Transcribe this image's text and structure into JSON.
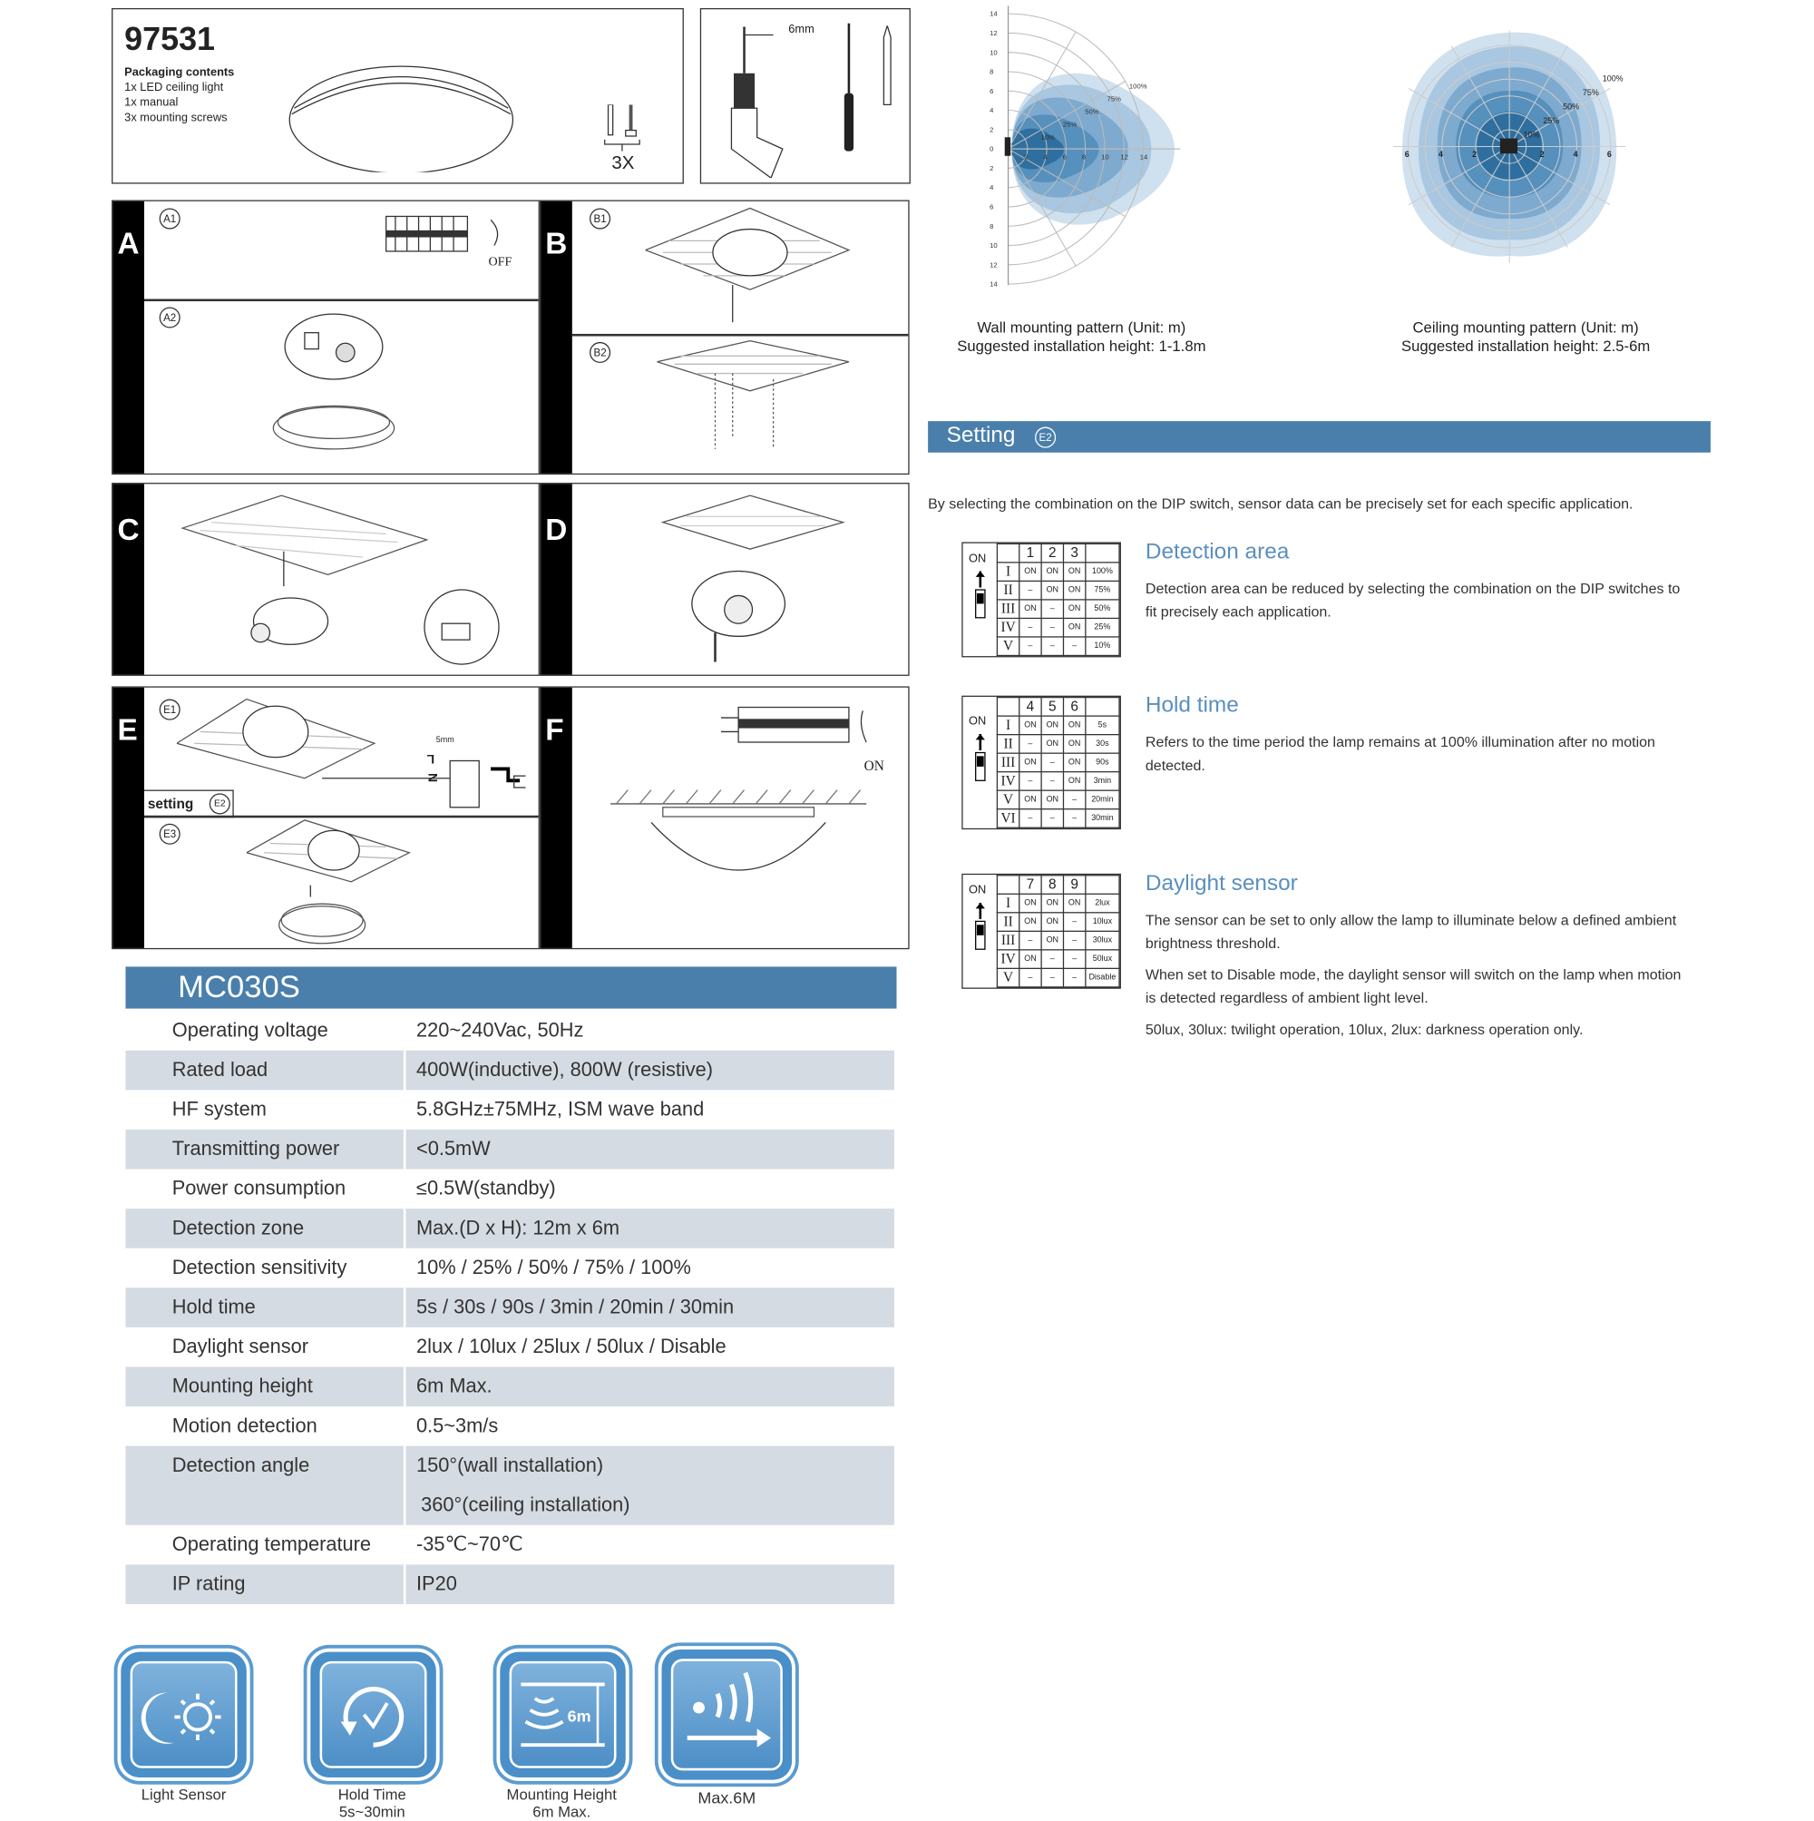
{
  "header": {
    "product_number": "97531",
    "packaging_title": "Packaging contents",
    "packaging_items": [
      "1x LED ceiling light",
      "1x manual",
      "3x mounting screws"
    ],
    "screw_qty": "3X",
    "drill_size": "6mm"
  },
  "steps": {
    "A": {
      "letter": "A",
      "sub1": "A1",
      "sub2": "A2",
      "switch_label": "OFF"
    },
    "B": {
      "letter": "B",
      "sub1": "B1",
      "sub2": "B2"
    },
    "C": {
      "letter": "C"
    },
    "D": {
      "letter": "D"
    },
    "E": {
      "letter": "E",
      "sub1": "E1",
      "sub3": "E3",
      "setting_label": "setting",
      "setting_ref": "E2",
      "strip_len": "5mm",
      "terminal_l": "L",
      "terminal_n": "N"
    },
    "F": {
      "letter": "F",
      "switch_label": "ON"
    }
  },
  "specs": {
    "model": "MC030S",
    "rows": [
      {
        "label": "Operating voltage",
        "value": "220~240Vac, 50Hz"
      },
      {
        "label": "Rated load",
        "value": "400W(inductive), 800W (resistive)"
      },
      {
        "label": "HF system",
        "value": "5.8GHz±75MHz, ISM wave band"
      },
      {
        "label": "Transmitting power",
        "value": "<0.5mW"
      },
      {
        "label": "Power consumption",
        "value": "≤0.5W(standby)"
      },
      {
        "label": "Detection zone",
        "value": "Max.(D x H): 12m x 6m"
      },
      {
        "label": "Detection sensitivity",
        "value": "10% / 25% / 50% / 75% / 100%"
      },
      {
        "label": "Hold time",
        "value": "5s / 30s / 90s / 3min / 20min / 30min"
      },
      {
        "label": "Daylight sensor",
        "value": "2lux / 10lux / 25lux / 50lux / Disable"
      },
      {
        "label": "Mounting height",
        "value": "6m Max."
      },
      {
        "label": "Motion detection",
        "value": "0.5~3m/s"
      },
      {
        "label": "Detection angle",
        "value": "150°(wall installation)",
        "value2": "360°(ceiling installation)"
      },
      {
        "label": "Operating temperature",
        "value": "-35℃~70℃"
      },
      {
        "label": "IP rating",
        "value": "IP20"
      }
    ]
  },
  "features": [
    {
      "icon": "light-sensor-icon",
      "label": "Light Sensor"
    },
    {
      "icon": "hold-time-icon",
      "label": "Hold Time",
      "label2": "5s~30min"
    },
    {
      "icon": "mounting-height-icon",
      "label": "Mounting Height",
      "label2": "6m Max.",
      "icon_text": "6m"
    },
    {
      "icon": "range-icon",
      "label": "Max.6M"
    }
  ],
  "patterns": {
    "wall": {
      "caption1": "Wall mounting pattern (Unit: m)",
      "caption2": "Suggested installation height: 1-1.8m",
      "y_ticks": [
        "14",
        "12",
        "10",
        "8",
        "6",
        "4",
        "2",
        "0",
        "2",
        "4",
        "6",
        "8",
        "10",
        "12",
        "14"
      ],
      "x_ticks": [
        "2",
        "4",
        "6",
        "8",
        "10",
        "12",
        "14"
      ],
      "levels": [
        "10%",
        "25%",
        "50%",
        "75%",
        "100%"
      ]
    },
    "ceiling": {
      "caption1": "Ceiling  mounting pattern (Unit: m)",
      "caption2": "Suggested installation height: 2.5-6m",
      "x_ticks": [
        "6",
        "4",
        "2",
        "2",
        "4",
        "6"
      ],
      "levels": [
        "10%",
        "25%",
        "50%",
        "75%",
        "100%"
      ]
    }
  },
  "setting": {
    "title": "Setting",
    "ref": "E2",
    "intro": "By selecting the combination on the DIP switch, sensor data can be precisely set for each specific application.",
    "on_label": "ON",
    "sections": [
      {
        "title": "Detection area",
        "text": [
          "Detection area can be reduced by selecting  the combination on the DIP switches to fit precisely each application."
        ],
        "switches": [
          "1",
          "2",
          "3"
        ],
        "rows": [
          [
            "I",
            "ON",
            "ON",
            "ON",
            "100%"
          ],
          [
            "II",
            "–",
            "ON",
            "ON",
            "75%"
          ],
          [
            "III",
            "ON",
            "–",
            "ON",
            "50%"
          ],
          [
            "IV",
            "–",
            "–",
            "ON",
            "25%"
          ],
          [
            "V",
            "–",
            "–",
            "–",
            "10%"
          ]
        ]
      },
      {
        "title": "Hold time",
        "text": [
          "Refers to the time period the lamp remains at 100% illumination after no motion detected."
        ],
        "switches": [
          "4",
          "5",
          "6"
        ],
        "rows": [
          [
            "I",
            "ON",
            "ON",
            "ON",
            "5s"
          ],
          [
            "II",
            "–",
            "ON",
            "ON",
            "30s"
          ],
          [
            "III",
            "ON",
            "–",
            "ON",
            "90s"
          ],
          [
            "IV",
            "–",
            "–",
            "ON",
            "3min"
          ],
          [
            "V",
            "ON",
            "ON",
            "–",
            "20min"
          ],
          [
            "VI",
            "–",
            "–",
            "–",
            "30min"
          ]
        ]
      },
      {
        "title": "Daylight sensor",
        "text": [
          "The sensor can be set to only allow the lamp to illuminate below a defined ambient brightness threshold.",
          "When set to Disable mode, the daylight sensor will switch on the lamp when motion is detected regardless of ambient light level.",
          "50lux, 30lux: twilight operation, 10lux, 2lux: darkness operation only."
        ],
        "switches": [
          "7",
          "8",
          "9"
        ],
        "rows": [
          [
            "I",
            "ON",
            "ON",
            "ON",
            "2lux"
          ],
          [
            "II",
            "ON",
            "ON",
            "–",
            "10lux"
          ],
          [
            "III",
            "–",
            "ON",
            "–",
            "30lux"
          ],
          [
            "IV",
            "ON",
            "–",
            "–",
            "50lux"
          ],
          [
            "V",
            "–",
            "–",
            "–",
            "Disable"
          ]
        ]
      }
    ]
  },
  "colors": {
    "accent": "#4a7fab",
    "row_grey": "#d5dbe2",
    "pattern_dark": "#2f6f9f",
    "pattern_light": "#cfe0ee"
  }
}
